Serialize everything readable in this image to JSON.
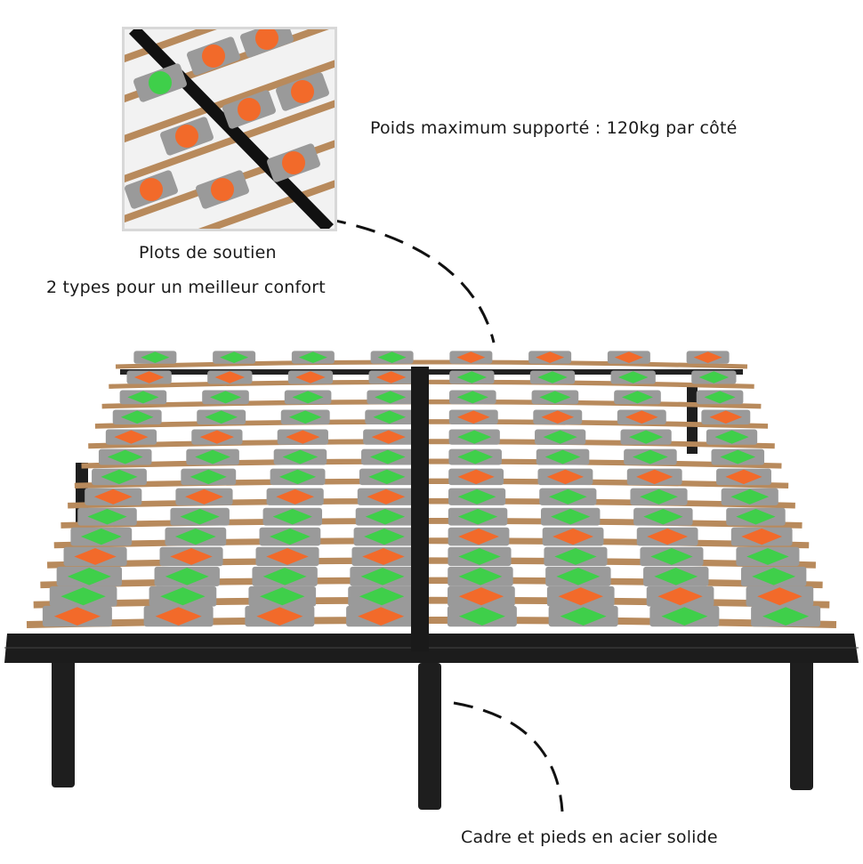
{
  "annotations": {
    "max_weight": "Poids maximum supporté :  120kg par côté",
    "supports_title": "Plots de soutien",
    "supports_subtitle": "2 types pour un meilleur confort",
    "frame": "Cadre et pieds en acier solide"
  },
  "colors": {
    "green_support": "#3fcf4a",
    "orange_support": "#f26a2a",
    "gray_plate": "#9a9a9a",
    "wood_slat": "#b88a5c",
    "frame": "#1c1c1c"
  }
}
